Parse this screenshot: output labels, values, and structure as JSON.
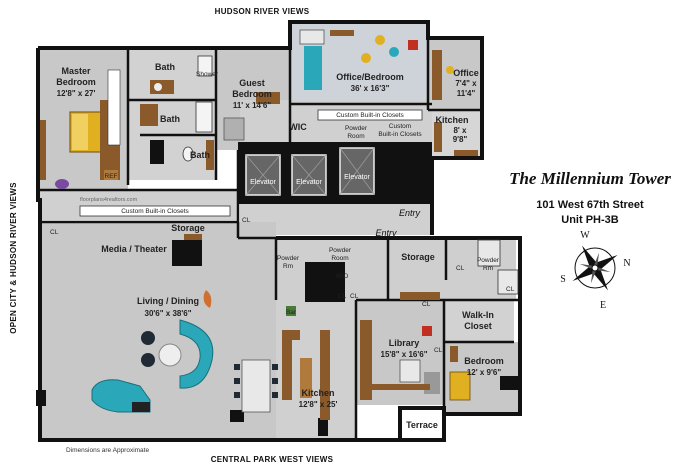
{
  "views": {
    "top": "HUDSON RIVER VIEWS",
    "bottom": "CENTRAL PARK WEST VIEWS",
    "left": "OPEN CITY & HUDSON RIVER VIEWS"
  },
  "building": {
    "name": "The Millennium Tower",
    "address": "101 West 67th Street",
    "unit": "Unit PH-3B"
  },
  "compass": {
    "w": "W",
    "n": "N",
    "s": "S",
    "e": "E"
  },
  "rooms": {
    "master": {
      "name": "Master",
      "name2": "Bedroom",
      "dims": "12'8\" x 27'"
    },
    "bath1": "Bath",
    "bath2": "Bath",
    "bath3": "Bath",
    "shower": "Shower",
    "guest": {
      "name": "Guest",
      "name2": "Bedroom",
      "dims": "11' x 14'6\""
    },
    "wic": "WIC",
    "office_bedroom": {
      "name": "Office/Bedroom",
      "dims": "36' x 16'3\""
    },
    "office": {
      "name": "Office",
      "dims": "7'4\" x",
      "dims2": "11'4\""
    },
    "kitchen_top": {
      "name": "Kitchen",
      "dims": "8' x",
      "dims2": "9'8\""
    },
    "powder_top": {
      "name": "Powder",
      "name2": "Room"
    },
    "custom_top": {
      "name": "Custom",
      "name2": "Built-in Closets"
    },
    "custom_closet_bar": "Custom Built-in Closets",
    "custom_closets_left": "Custom Built-in Closets",
    "elevator1": "Elevator",
    "elevator2": "Elevator",
    "elevator3": "Elevator",
    "entry1": "Entry",
    "entry2": "Entry",
    "media": "Media / Theater",
    "storage1": "Storage",
    "storage2": "Storage",
    "living": {
      "name": "Living / Dining",
      "dims": "30'6\" x 38'6\""
    },
    "powder_mid": {
      "name": "Powder",
      "name2": "Room"
    },
    "powder_rm": {
      "name": "Powder",
      "name2": "Rm"
    },
    "powder_right": {
      "name": "Powder",
      "name2": "Rm"
    },
    "library": {
      "name": "Library",
      "dims": "15'8\" x 16'6\""
    },
    "walkin": {
      "name": "Walk-In",
      "name2": "Closet"
    },
    "bedroom": {
      "name": "Bedroom",
      "dims": "12' x 9'6\""
    },
    "kitchen_main": {
      "name": "Kitchen",
      "dims": "12'8\" x 25'"
    },
    "terrace": "Terrace",
    "bar": "Bar",
    "cl": "CL",
    "wd": "W/D",
    "ref": "REF"
  },
  "notes": {
    "approx": "Dimensions are Approximate",
    "watermark": "floorplans4realtors.com"
  },
  "colors": {
    "wall": "#111111",
    "floor": "#c8c8c8",
    "floor_light": "#d6d6d6",
    "wood": "#8a5a2b",
    "wood_light": "#b07a3c",
    "teal": "#2aa7b8",
    "gold": "#e0b020",
    "red": "#c03020",
    "orange": "#d07030"
  }
}
